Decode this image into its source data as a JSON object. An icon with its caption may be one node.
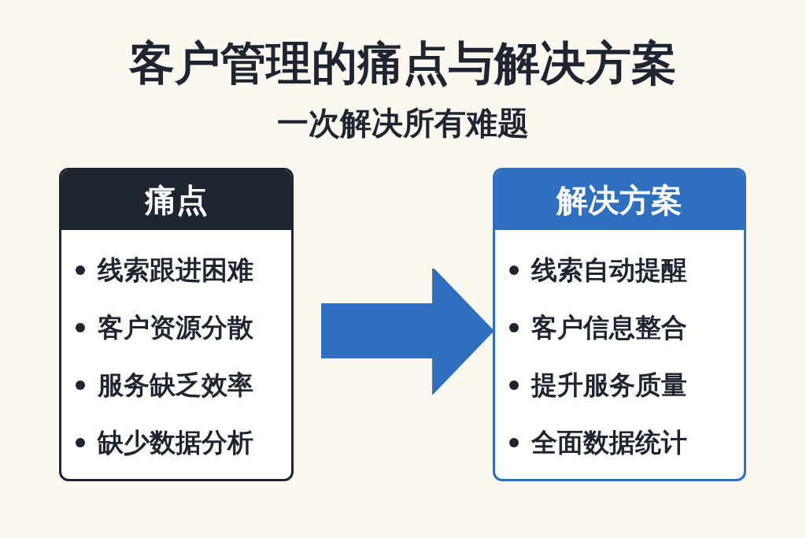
{
  "diagram": {
    "title": "客户管理的痛点与解决方案",
    "nodes": [
      {
        "text": [
          "痛点",
          "线索跟进困难",
          "客户资源分散",
          "服务缺乏效率",
          "缺少数据分析"
        ]
      },
      {
        "text": [
          "解决方案",
          "线索自动提醒",
          "客户信息整合",
          "提升服务质量",
          "全面数据统计"
        ]
      }
    ],
    "edges": [
      {
        "from": 0,
        "to": 1,
        "arrow": "to"
      }
    ],
    "labels": [
      "一次解决所有难题"
    ]
  }
}
